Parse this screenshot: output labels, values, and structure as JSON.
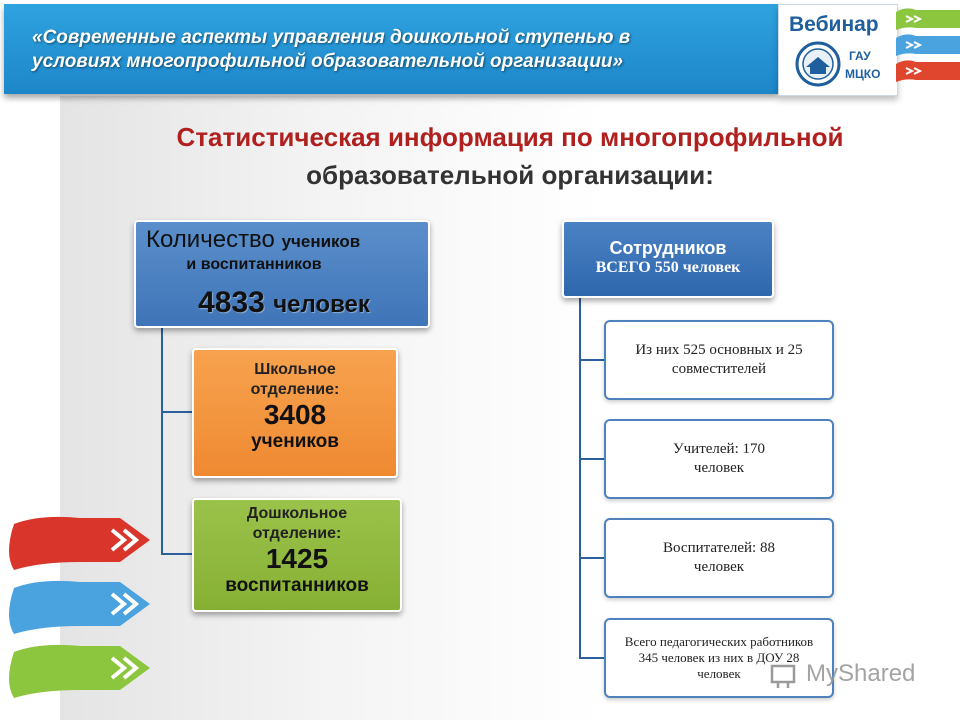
{
  "header": {
    "banner_line1": "«Современные аспекты управления дошкольной ступенью в",
    "banner_line2": "условиях многопрофильной образовательной организации»",
    "logo_title": "Вебинар",
    "logo_sub1": "ГАУ",
    "logo_sub2": "МЦКО"
  },
  "title": {
    "line1": "Статистическая информация по многопрофильной",
    "line2": "образовательной организации:"
  },
  "students": {
    "label_big": "Количество",
    "label_small": "учеников",
    "label_line2": "и воспитанников",
    "count": "4833",
    "unit": "человек"
  },
  "school": {
    "label1": "Школьное",
    "label2": "отделение:",
    "count": "3408",
    "unit": "учеников"
  },
  "preschool": {
    "label1": "Дошкольное",
    "label2": "отделение:",
    "count": "1425",
    "unit": "воспитанников"
  },
  "staff": {
    "title": "Сотрудников",
    "total": "ВСЕГО 550 человек",
    "details": [
      "Из них 525 основных и 25 совместителей",
      "Учителей: 170 человек",
      "Воспитателей: 88 человек",
      "Всего педагогических работников 345 человек из них в ДОУ 28 человек"
    ]
  },
  "watermark": "MyShared",
  "colors": {
    "banner": "#1d86c9",
    "title_red": "#b0201e",
    "students_blue": "#3f74b8",
    "school_orange": "#ef8a32",
    "preschool_green": "#86b034",
    "detail_border": "#4f81bd"
  }
}
